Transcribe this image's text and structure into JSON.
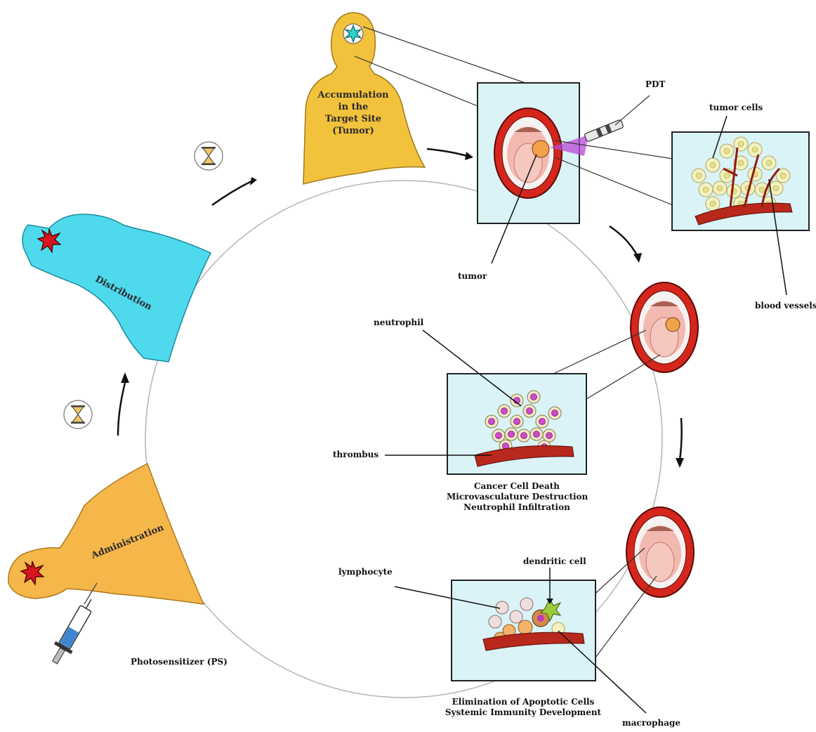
{
  "colors": {
    "accumulation_body": "#f2c23c",
    "distribution_body": "#4fd9ec",
    "administration_body": "#f5b64a",
    "panel_fill": "#d9f3f7",
    "mouth_lips": "#d4261c",
    "vessel": "#b8281c",
    "circle_line": "#b5b5b5"
  },
  "stages": {
    "accumulation": "Accumulation in the Target Site (Tumor)",
    "accumulation_lines": [
      "Accumulation",
      "in the",
      "Target Site",
      "(Tumor)"
    ],
    "distribution": "Distribution",
    "administration": "Administration"
  },
  "labels": {
    "pdt": "PDT",
    "tumor_cells": "tumor cells",
    "tumor": "tumor",
    "blood_vessels": "blood vessels",
    "neutrophil": "neutrophil",
    "thrombus": "thrombus",
    "dendritic_cell": "dendritic cell",
    "lymphocyte": "lymphocyte",
    "macrophage": "macrophage",
    "photosensitizer": "Photosensitizer (PS)"
  },
  "captions": {
    "middle": [
      "Cancer Cell Death",
      "Microvasculature Destruction",
      "Neutrophil Infiltration"
    ],
    "bottom": [
      "Elimination of Apoptotic Cells",
      "Systemic Immunity Development"
    ]
  },
  "icons": [
    "hourglass-icon",
    "hourglass-icon",
    "star-burst-icon",
    "syringe-icon",
    "laser-icon",
    "mouth-icon",
    "arrow-icon"
  ]
}
